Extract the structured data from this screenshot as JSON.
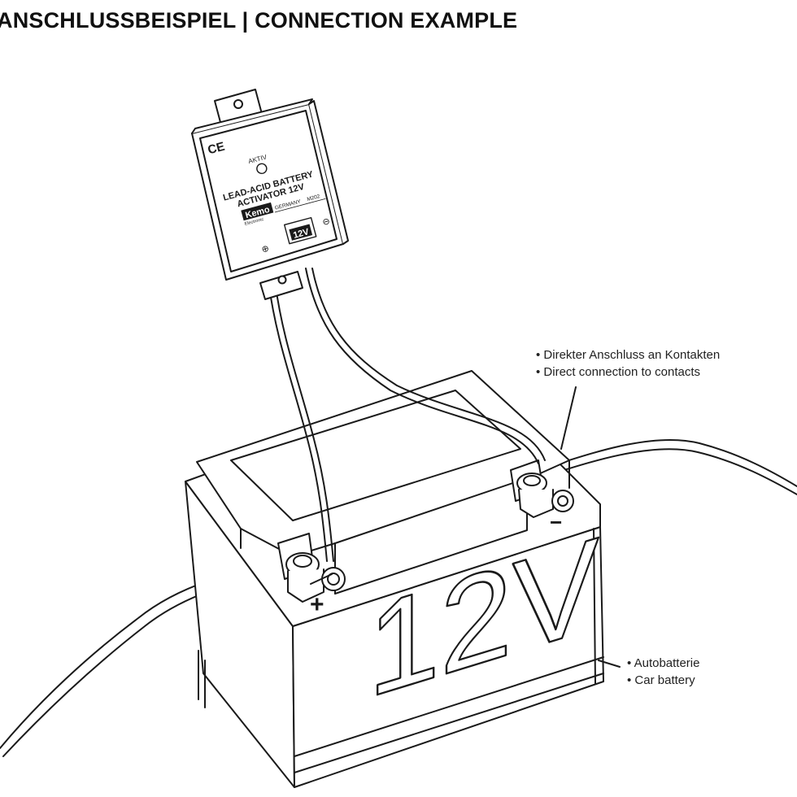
{
  "title": "ANSCHLUSSBEISPIEL | CONNECTION EXAMPLE",
  "callouts": {
    "contacts": [
      "• Direkter Anschluss an Kontakten",
      "• Direct connection to contacts"
    ],
    "battery": [
      "• Autobatterie",
      "• Car battery"
    ]
  },
  "device": {
    "certs": "CE",
    "led_label": "AKTIV",
    "name_line1": "LEAD-ACID BATTERY",
    "name_line2": "ACTIVATOR 12V",
    "brand": "Kemo",
    "brand_sub": "Electronic",
    "origin": "GERMANY",
    "model": "M202",
    "voltage_badge": "12V",
    "plus_symbol": "⊕",
    "minus_symbol": "⊖"
  },
  "battery": {
    "voltage": "12V",
    "plus_mark": "+",
    "minus_mark": "−"
  }
}
